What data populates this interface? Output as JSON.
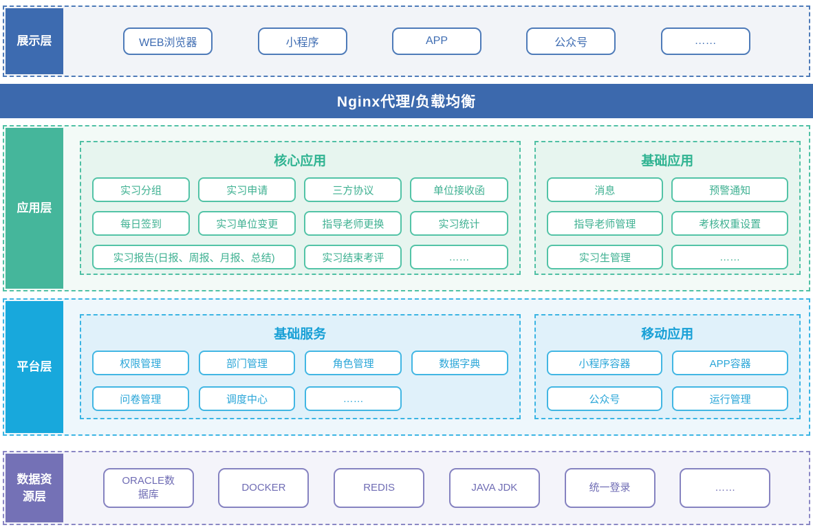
{
  "colors": {
    "presentation_accent": "#3d6bb0",
    "nginx_bar_bg": "#3c69ad",
    "application_accent": "#45b69b",
    "platform_accent": "#18a8dc",
    "data_accent": "#7471b6"
  },
  "presentation": {
    "label": "展示层",
    "items": [
      "WEB浏览器",
      "小程序",
      "APP",
      "公众号",
      "……"
    ]
  },
  "nginx": {
    "label": "Nginx代理/负载均衡"
  },
  "application": {
    "label": "应用层",
    "core": {
      "title": "核心应用",
      "items": [
        "实习分组",
        "实习申请",
        "三方协议",
        "单位接收函",
        "每日签到",
        "实习单位变更",
        "指导老师更换",
        "实习统计",
        "实习报告(日报、周报、月报、总结)",
        "实习结束考评",
        "……"
      ]
    },
    "basic": {
      "title": "基础应用",
      "items": [
        "消息",
        "预警通知",
        "指导老师管理",
        "考核权重设置",
        "实习生管理",
        "……"
      ]
    }
  },
  "platform": {
    "label": "平台层",
    "services": {
      "title": "基础服务",
      "items": [
        "权限管理",
        "部门管理",
        "角色管理",
        "数据字典",
        "问卷管理",
        "调度中心",
        "……"
      ]
    },
    "mobile": {
      "title": "移动应用",
      "items": [
        "小程序容器",
        "APP容器",
        "公众号",
        "运行管理"
      ]
    }
  },
  "datalayer": {
    "label": "数据资源层",
    "items": [
      "ORACLE数据库",
      "DOCKER",
      "REDIS",
      "JAVA JDK",
      "统一登录",
      "……"
    ]
  }
}
